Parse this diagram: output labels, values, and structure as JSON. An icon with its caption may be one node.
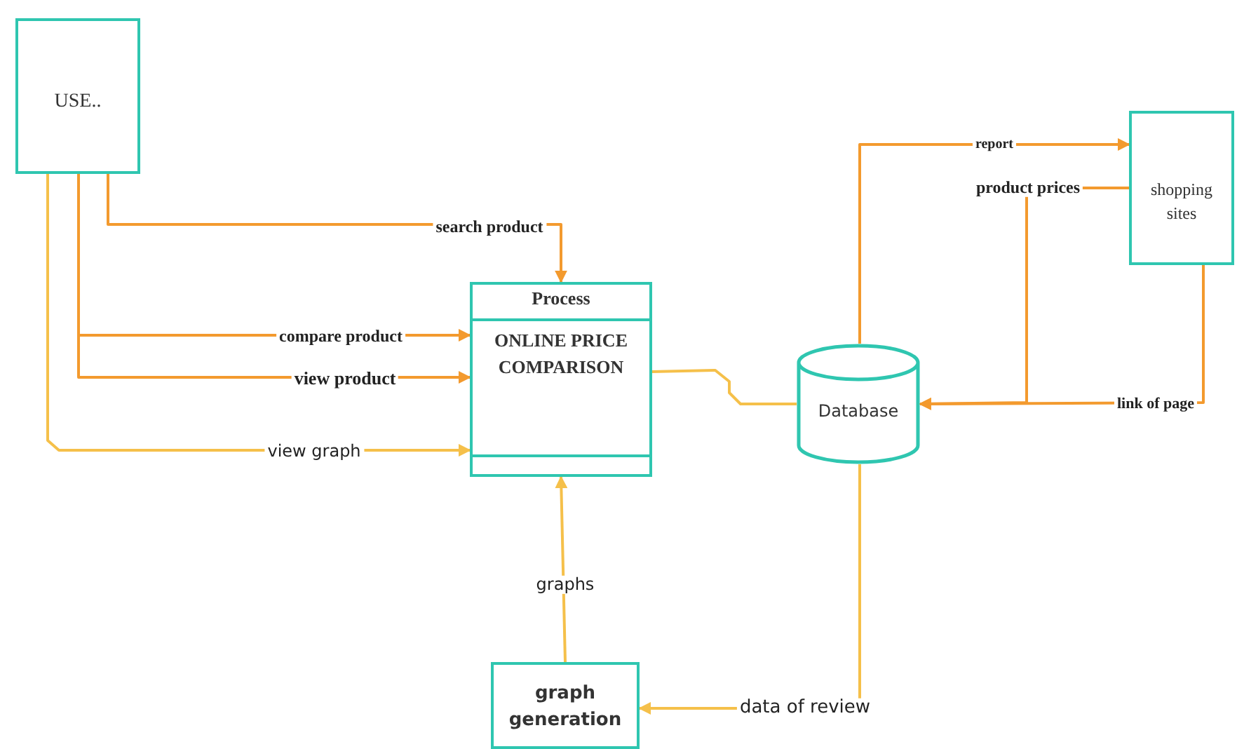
{
  "diagram": {
    "nodes": [
      {
        "text": [
          "USE.."
        ]
      },
      {
        "text": [
          "Process",
          "ONLINE PRICE COMPARISON"
        ]
      },
      {
        "text": [
          "Database"
        ]
      },
      {
        "text": [
          "shopping sites"
        ]
      },
      {
        "text": [
          "graph generation"
        ]
      }
    ],
    "edges": [
      {
        "from": 0,
        "to": 1,
        "arrow": "to",
        "label": "search product"
      },
      {
        "from": 0,
        "to": 1,
        "arrow": "to",
        "label": "compare product"
      },
      {
        "from": 0,
        "to": 1,
        "arrow": "to",
        "label": "view product"
      },
      {
        "from": 0,
        "to": 1,
        "arrow": "to",
        "label": "view graph",
        "color": "#f5c04a"
      },
      {
        "from": 1,
        "to": 2,
        "arrow": "none",
        "color": "#f5c04a"
      },
      {
        "from": 2,
        "to": 3,
        "arrow": "to",
        "label": "report"
      },
      {
        "from": 3,
        "to": 2,
        "arrow": "to",
        "label": "product prices"
      },
      {
        "from": 3,
        "to": 2,
        "arrow": "to",
        "label": "link of page"
      },
      {
        "from": 2,
        "to": 4,
        "arrow": "to",
        "label": "data of review",
        "color": "#f5c04a"
      },
      {
        "from": 4,
        "to": 1,
        "arrow": "to",
        "label": "graphs",
        "color": "#f5c04a"
      }
    ]
  }
}
